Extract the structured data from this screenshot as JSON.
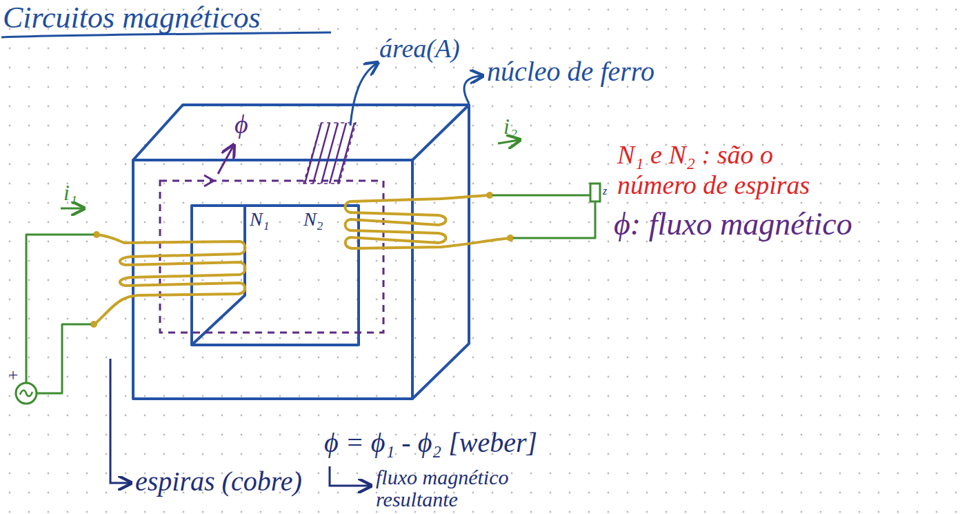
{
  "diagram": {
    "title": "Circuitos magnéticos",
    "labels": [
      "área(A)",
      "núcleo de ferro",
      "ϕ",
      "i₁",
      "i₂",
      "N₁",
      "N₂",
      "N₁ e N₂ : são o número de espiras",
      "z",
      "+",
      "ϕ: fluxo magnético",
      "espiras (cobre)",
      "ϕ = ϕ₁ - ϕ₂ [weber]",
      "fluxo magnético resultante"
    ]
  }
}
